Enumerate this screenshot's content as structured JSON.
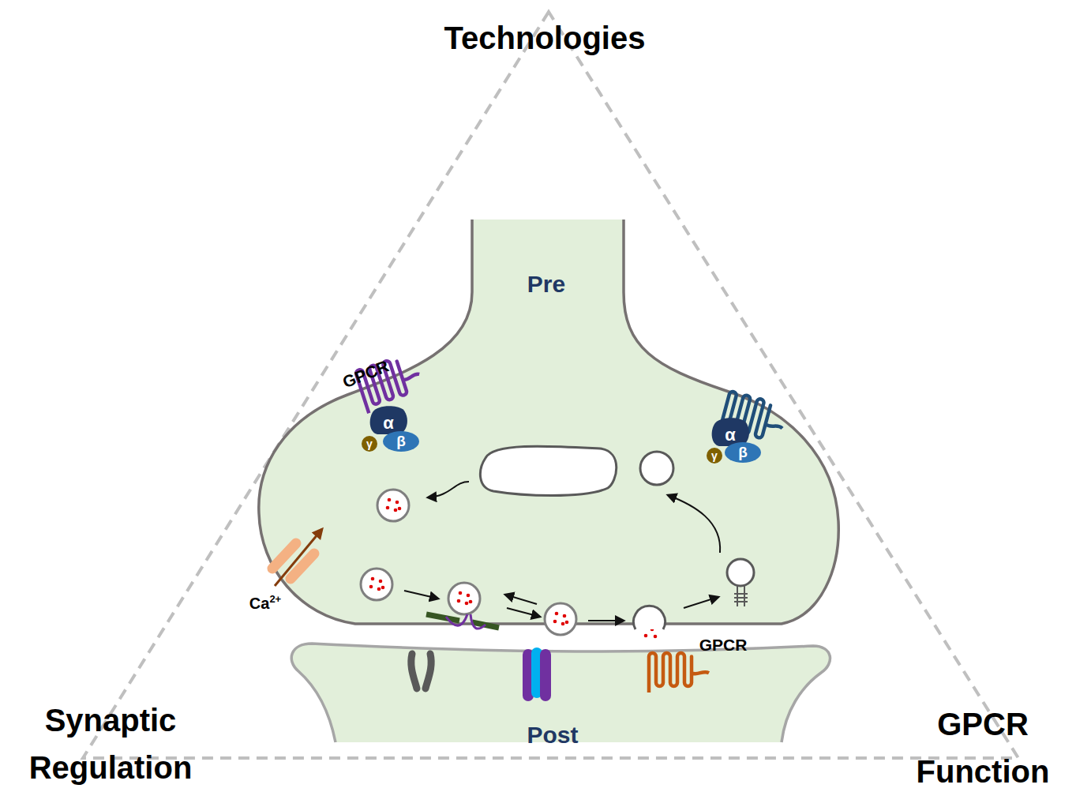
{
  "diagram": {
    "nodes": [
      {
        "text": [
          "Pre"
        ]
      },
      {
        "text": [
          "Post"
        ]
      }
    ],
    "labels": [
      "Technologies",
      "Synaptic Regulation",
      "GPCR Function",
      "GPCR",
      "α",
      "β",
      "γ",
      "α",
      "β",
      "γ",
      "GPCR",
      "Ca2+"
    ]
  }
}
